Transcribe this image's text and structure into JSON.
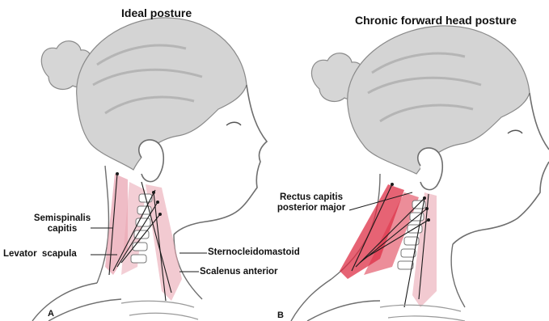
{
  "panels": {
    "a": {
      "title": "Ideal posture",
      "letter": "A",
      "labels": {
        "semispinalis_line1": "Semispinalis",
        "semispinalis_line2": "capitis",
        "levator": "Levator  scapula",
        "sternocleidomastoid": "Sternocleidomastoid",
        "scalenus": "Scalenus anterior"
      }
    },
    "b": {
      "title": "Chronic forward head posture",
      "letter": "B",
      "labels": {
        "rectus_line1": "Rectus capitis",
        "rectus_line2": "posterior major"
      }
    }
  },
  "colors": {
    "skin_line": "#6e6e6e",
    "hair": "#cfcfcf",
    "hair_dark": "#a9a9a9",
    "muscle_light": "#e9a6b3",
    "muscle_strong": "#dd2f45",
    "leader": "#1a1a1a"
  }
}
